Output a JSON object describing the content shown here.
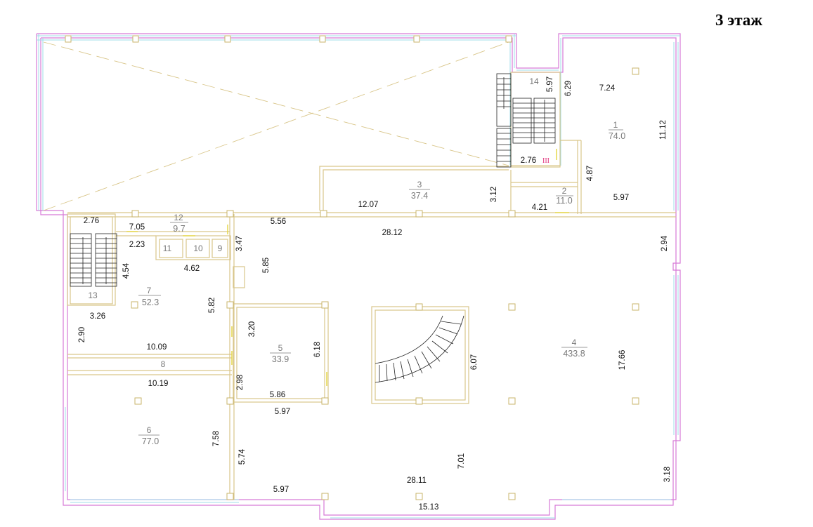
{
  "floor_title": "3 этаж",
  "colors": {
    "window": "#9fdcea",
    "wall_outer": "#d77ad7",
    "wall": "#d9c68a",
    "column": "#c9b46b",
    "stair": "#222222",
    "text": "#111111",
    "room_label": "#7a7a7a",
    "marker": "#e0307a"
  },
  "rooms": [
    {
      "id": "1",
      "area": "74.0"
    },
    {
      "id": "2",
      "area": "11.0"
    },
    {
      "id": "3",
      "area": "37.4"
    },
    {
      "id": "4",
      "area": "433.8"
    },
    {
      "id": "5",
      "area": "33.9"
    },
    {
      "id": "6",
      "area": "77.0"
    },
    {
      "id": "7",
      "area": "52.3"
    },
    {
      "id": "8"
    },
    {
      "id": "9"
    },
    {
      "id": "10"
    },
    {
      "id": "11"
    },
    {
      "id": "12",
      "area": "9.7"
    },
    {
      "id": "13"
    },
    {
      "id": "14"
    }
  ],
  "stair_marker": "III",
  "dimensions": [
    "5.97",
    "6.29",
    "7.24",
    "11.12",
    "2.76",
    "4.87",
    "4.21",
    "5.97",
    "12.07",
    "3.12",
    "2.76",
    "7.05",
    "5.56",
    "28.12",
    "2.23",
    "3.47",
    "4.54",
    "4.62",
    "5.85",
    "2.94",
    "5.82",
    "3.26",
    "2.90",
    "10.09",
    "3.20",
    "6.18",
    "6.07",
    "17.66",
    "10.19",
    "2.98",
    "5.86",
    "5.97",
    "7.58",
    "5.74",
    "7.01",
    "28.11",
    "5.97",
    "15.13",
    "3.18"
  ]
}
